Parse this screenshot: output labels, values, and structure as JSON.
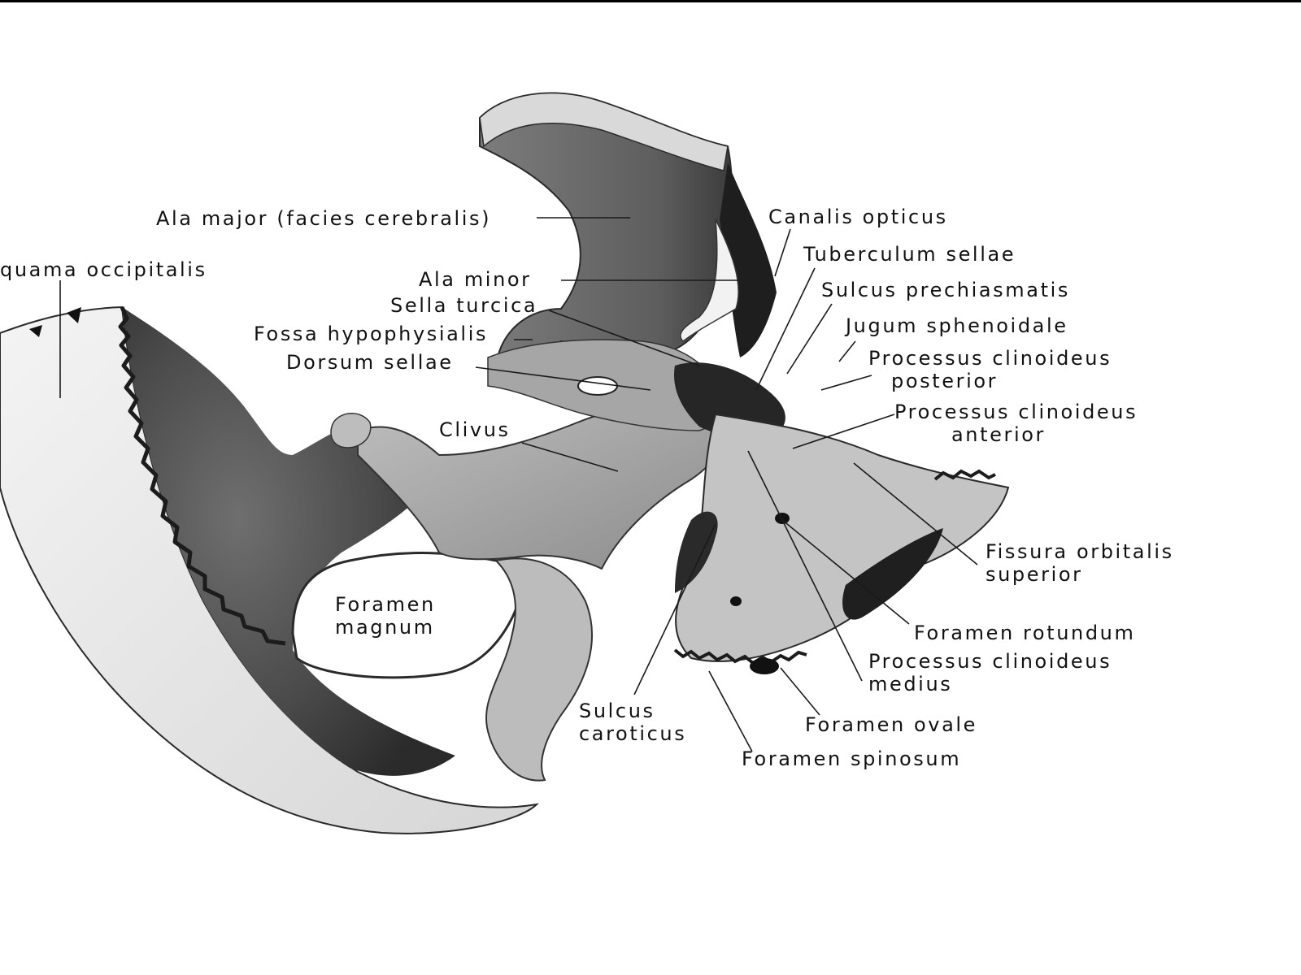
{
  "labels": {
    "ala_major": "Ala major (facies cerebralis)",
    "squama_occipitalis": "quama occipitalis",
    "ala_minor": "Ala minor",
    "sella_turcica": "Sella turcica",
    "fossa_hypophysialis": "Fossa hypophysialis",
    "dorsum_sellae": "Dorsum sellae",
    "clivus": "Clivus",
    "foramen_magnum_1": "Foramen",
    "foramen_magnum_2": "magnum",
    "sulcus_caroticus_1": "Sulcus",
    "sulcus_caroticus_2": "caroticus",
    "canalis_opticus": "Canalis opticus",
    "tuberculum_sellae": "Tuberculum sellae",
    "sulcus_prechiasmatis": "Sulcus prechiasmatis",
    "jugum_sphenoidale": "Jugum sphenoidale",
    "proc_clin_post_1": "Processus clinoideus",
    "proc_clin_post_2": "posterior",
    "proc_clin_ant_1": "Processus clinoideus",
    "proc_clin_ant_2": "anterior",
    "fissura_orb_sup_1": "Fissura orbitalis",
    "fissura_orb_sup_2": "superior",
    "foramen_rotundum": "Foramen rotundum",
    "proc_clin_med_1": "Processus clinoideus",
    "proc_clin_med_2": "medius",
    "foramen_ovale": "Foramen ovale",
    "foramen_spinosum": "Foramen spinosum"
  },
  "colors": {
    "ink": "#111111",
    "bone_light": "#e9e9e9",
    "bone_mid": "#9a9a9a",
    "bone_dark": "#4a4a4a",
    "shadow": "#1e1e1e"
  }
}
